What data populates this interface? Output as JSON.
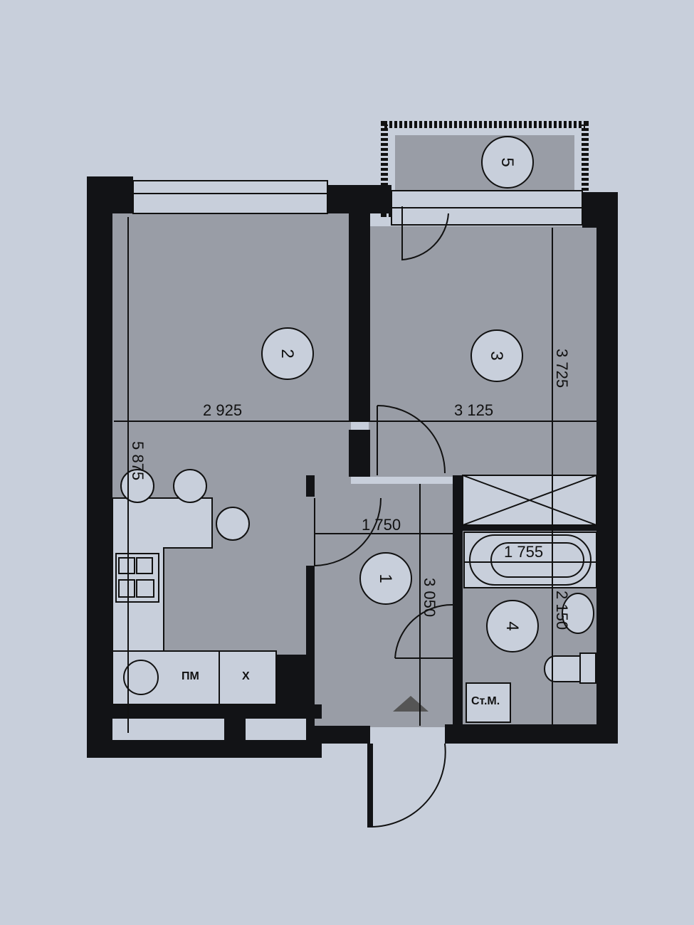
{
  "colors": {
    "background": "#c8cfdb",
    "floor": "#999da6",
    "wall": "#121316"
  },
  "rooms": [
    {
      "number": "1"
    },
    {
      "number": "2"
    },
    {
      "number": "3"
    },
    {
      "number": "4"
    },
    {
      "number": "5"
    }
  ],
  "dimensions": {
    "room2_width": "2 925",
    "room3_width": "3 125",
    "room2_length": "5 875",
    "room3_length": "3 725",
    "hall_width": "1 750",
    "hall_length": "3 050",
    "bath_width": "1 755",
    "bath_length": "2 150"
  },
  "labels": {
    "dishwasher": "ПМ",
    "fridge": "Х",
    "washer": "Ст.М."
  }
}
